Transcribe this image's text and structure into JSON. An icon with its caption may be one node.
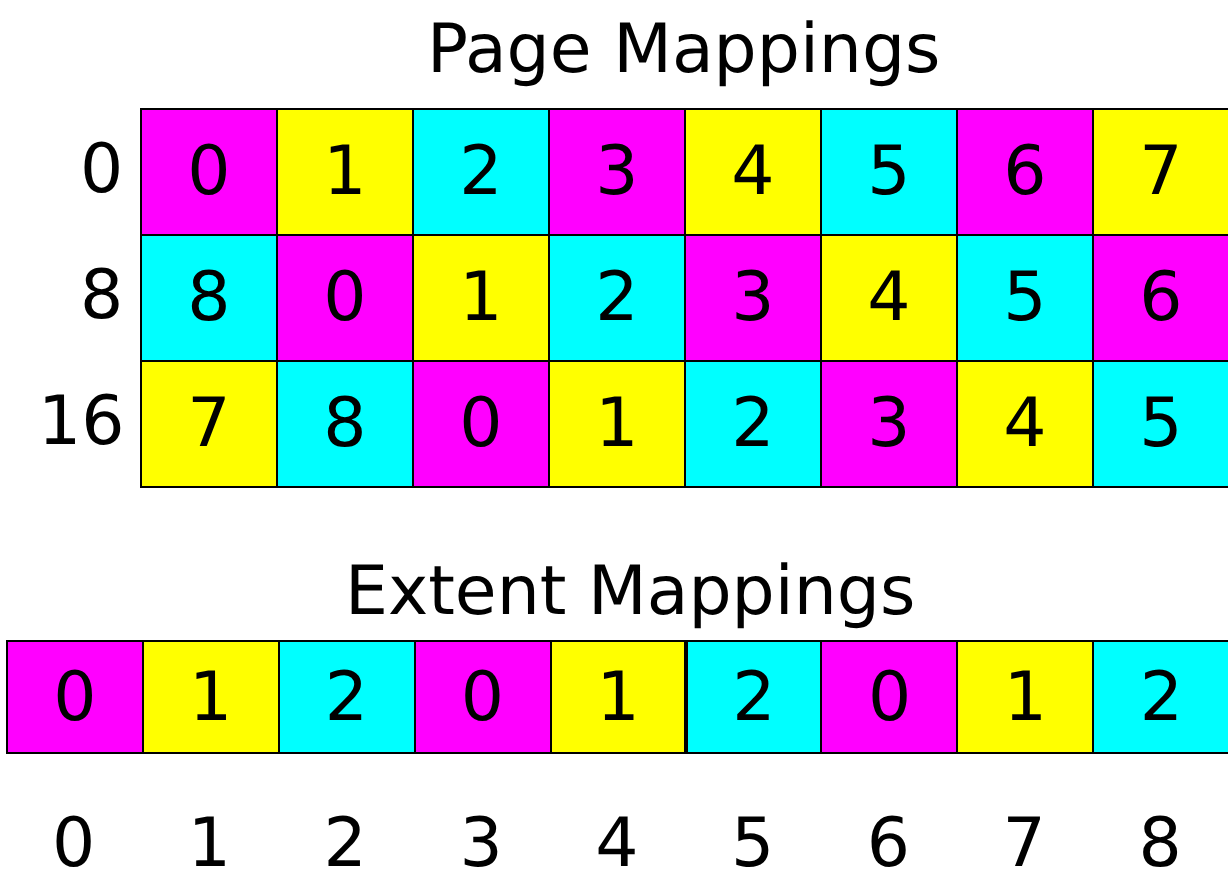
{
  "diagram": {
    "nodes": [
      {
        "text": [
          "0"
        ]
      },
      {
        "text": [
          "1"
        ]
      },
      {
        "text": [
          "2"
        ]
      },
      {
        "text": [
          "3"
        ]
      },
      {
        "text": [
          "4"
        ]
      },
      {
        "text": [
          "5"
        ]
      },
      {
        "text": [
          "6"
        ]
      },
      {
        "text": [
          "7"
        ]
      },
      {
        "text": [
          "8"
        ]
      },
      {
        "text": [
          "0"
        ]
      },
      {
        "text": [
          "1"
        ]
      },
      {
        "text": [
          "2"
        ]
      },
      {
        "text": [
          "3"
        ]
      },
      {
        "text": [
          "4"
        ]
      },
      {
        "text": [
          "5"
        ]
      },
      {
        "text": [
          "6"
        ]
      },
      {
        "text": [
          "7"
        ]
      },
      {
        "text": [
          "8"
        ]
      },
      {
        "text": [
          "0"
        ]
      },
      {
        "text": [
          "1"
        ]
      },
      {
        "text": [
          "2"
        ]
      },
      {
        "text": [
          "3"
        ]
      },
      {
        "text": [
          "4"
        ]
      },
      {
        "text": [
          "5"
        ]
      },
      {
        "text": [
          "0"
        ]
      },
      {
        "text": [
          "1"
        ]
      },
      {
        "text": [
          "2"
        ]
      },
      {
        "text": [
          "0"
        ]
      },
      {
        "text": [
          "1"
        ]
      },
      {
        "text": [
          "2"
        ]
      },
      {
        "text": [
          "0"
        ]
      },
      {
        "text": [
          "1"
        ]
      },
      {
        "text": [
          "2"
        ]
      }
    ],
    "labels": [
      "Page Mappings",
      "0",
      "8",
      "16",
      "Extent Mappings",
      "0",
      "1",
      "2",
      "3",
      "4",
      "5",
      "6",
      "7",
      "8"
    ]
  }
}
